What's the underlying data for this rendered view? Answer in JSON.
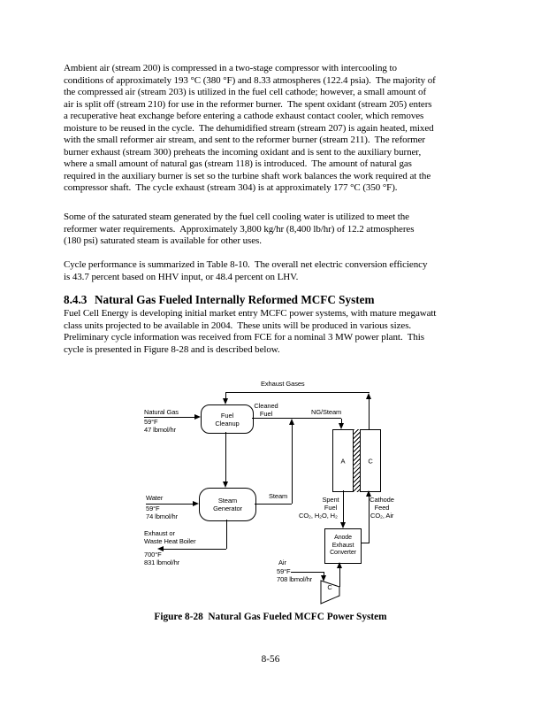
{
  "page": {
    "paragraphs": [
      {
        "lines": [
          "Ambient air (stream 200) is compressed in a two-stage compressor with intercooling to",
          "conditions of approximately 193 °C (380 °F) and 8.33 atmospheres (122.4 psia).  The majority of",
          "the compressed air (stream 203) is utilized in the fuel cell cathode; however, a small amount of",
          "air is split off (stream 210) for use in the reformer burner.  The spent oxidant (stream 205) enters",
          "a recuperative heat exchange before entering a cathode exhaust contact cooler, which removes",
          "moisture to be reused in the cycle.  The dehumidified stream (stream 207) is again heated, mixed",
          "with the small reformer air stream, and sent to the reformer burner (stream 211).  The reformer",
          "burner exhaust (stream 300) preheats the incoming oxidant and is sent to the auxiliary burner,",
          "where a small amount of natural gas (stream 118) is introduced.  The amount of natural gas",
          "required in the auxiliary burner is set so the turbine shaft work balances the work required at the",
          "compressor shaft.  The cycle exhaust (stream 304) is at approximately 177 °C (350 °F)."
        ]
      },
      {
        "lines": [
          "Some of the saturated steam generated by the fuel cell cooling water is utilized to meet the",
          "reformer water requirements.  Approximately 3,800 kg/hr (8,400 lb/hr) of 12.2 atmospheres",
          "(180 psi) saturated steam is available for other uses."
        ]
      },
      {
        "lines": [
          "Cycle performance is summarized in Table 8-10.  The overall net electric conversion efficiency",
          "is 43.7 percent based on HHV input, or 48.4 percent on LHV."
        ]
      },
      {
        "lines": [
          "Fuel Cell Energy is developing initial market entry MCFC power systems, with mature megawatt",
          "class units projected to be available in 2004.  These units will be produced in various sizes.",
          "Preliminary cycle information was received from FCE for a nominal 3 MW power plant.  This",
          "cycle is presented in Figure 8-28 and is described below."
        ]
      }
    ],
    "heading": {
      "number": "8.4.3",
      "title": "Natural Gas Fueled Internally Reformed MCFC System"
    },
    "figure_caption": "Figure 8-28  Natural Gas Fueled MCFC Power System",
    "page_number": "8-56"
  },
  "diagram": {
    "labels": {
      "exhaust_gases": "Exhaust Gases",
      "natural_gas": "Natural Gas",
      "natural_gas_temp": "59°F",
      "natural_gas_flow": "47 lbmol/hr",
      "cleaned_fuel": "Cleaned\nFuel",
      "ng_steam": "NG/Steam",
      "water": "Water",
      "water_temp": "59°F",
      "water_flow": "74 lbmol/hr",
      "steam": "Steam",
      "waste_heat": "Exhaust or\nWaste Heat Boiler",
      "waste_heat_temp": "700°F",
      "waste_heat_flow": "831 lbmol/hr",
      "spent_fuel": "Spent\nFuel",
      "anode_gases": "CO₂, H₂O, H₂",
      "cathode_feed": "Cathode\nFeed",
      "cathode_gases": "CO₂, Air",
      "air": "Air",
      "air_temp": "59°F",
      "air_flow": "708 lbmol/hr"
    },
    "boxes": {
      "fuel_cleanup": "Fuel\nCleanup",
      "steam_generator": "Steam\nGenerator",
      "anode_exhaust_converter": "Anode\nExhaust\nConverter",
      "anode_label": "A",
      "cathode_label": "C",
      "compressor_label": "C"
    },
    "colors": {
      "line": "#000000",
      "background": "#ffffff"
    }
  }
}
